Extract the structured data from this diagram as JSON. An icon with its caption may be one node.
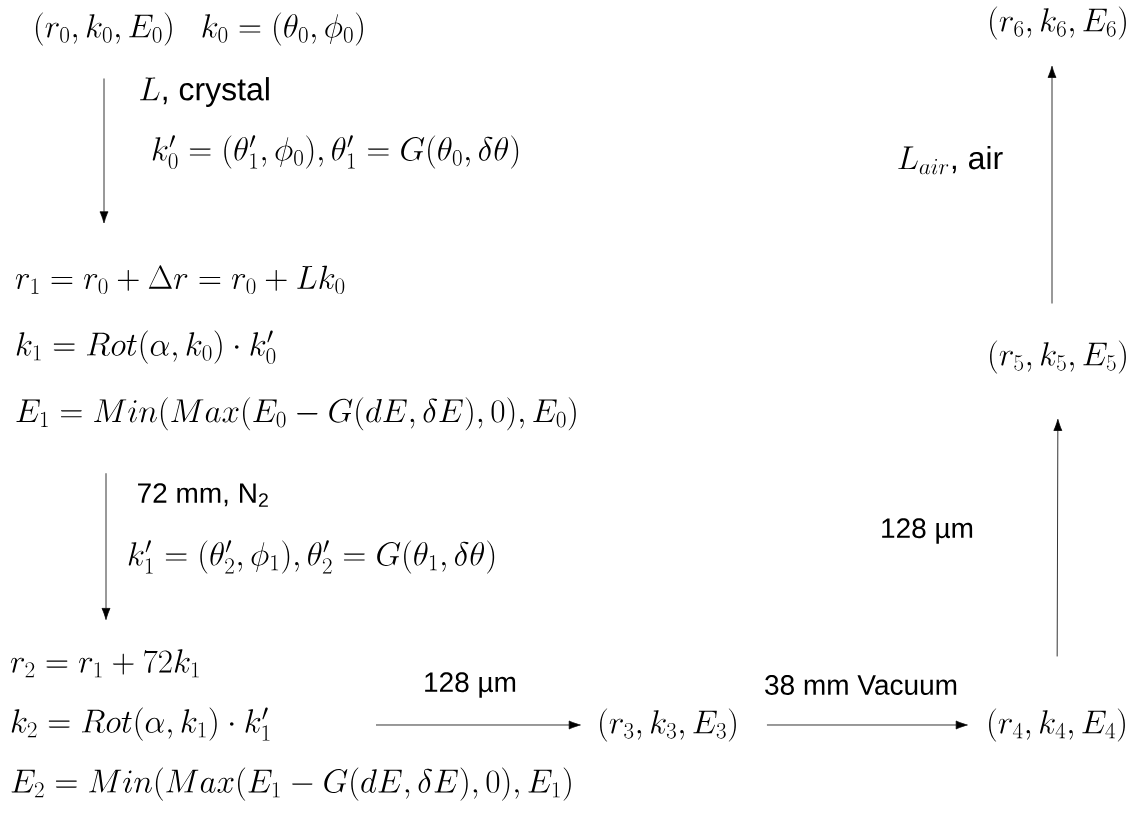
{
  "diagram": {
    "nodes": [
      {
        "text": [
          "(r_0, k_0, E_0)"
        ],
        "beside": [
          "k_0 = (\\theta_0, \\phi_0)"
        ]
      },
      {
        "text": [
          "r_1 = r_0 + \\Delta r = r_0 + L k_0",
          "k_1 = Rot(\\alpha, k_0) \\cdot k_0'",
          "E_1 = Min(Max(E_0 - G(dE, \\delta E), 0), E_0)"
        ]
      },
      {
        "text": [
          "r_2 = r_1 + 72 k_1",
          "k_2 = Rot(\\alpha, k_1) \\cdot k_1'",
          "E_2 = Min(Max(E_1 - G(dE, \\delta E), 0), E_1)"
        ]
      },
      {
        "text": [
          "(r_3, k_3, E_3)"
        ]
      },
      {
        "text": [
          "(r_4, k_4, E_4)"
        ]
      },
      {
        "text": [
          "(r_5, k_5, E_5)"
        ]
      },
      {
        "text": [
          "(r_6, k_6, E_6)"
        ]
      }
    ],
    "edges": [
      {
        "from": 0,
        "to": 1,
        "arrow": "to",
        "label": "L\\text{, crystal}"
      },
      {
        "from": 1,
        "to": 2,
        "arrow": "to",
        "label": "72 mm, N$_{2}$"
      },
      {
        "from": 2,
        "to": 3,
        "arrow": "to",
        "label": "128 µm"
      },
      {
        "from": 3,
        "to": 4,
        "arrow": "to",
        "label": "38 mm Vacuum"
      },
      {
        "from": 4,
        "to": 5,
        "arrow": "to",
        "label": "128 µm"
      },
      {
        "from": 5,
        "to": 6,
        "arrow": "to",
        "label": "L_{air}\\text{, air}"
      }
    ],
    "labels": [
      "k_0' = (\\theta_1', \\phi_0), \\theta_1' = G(\\theta_0, \\delta\\theta)",
      "k_1' = (\\theta_2', \\phi_1), \\theta_2' = G(\\theta_1, \\delta\\theta)"
    ]
  }
}
